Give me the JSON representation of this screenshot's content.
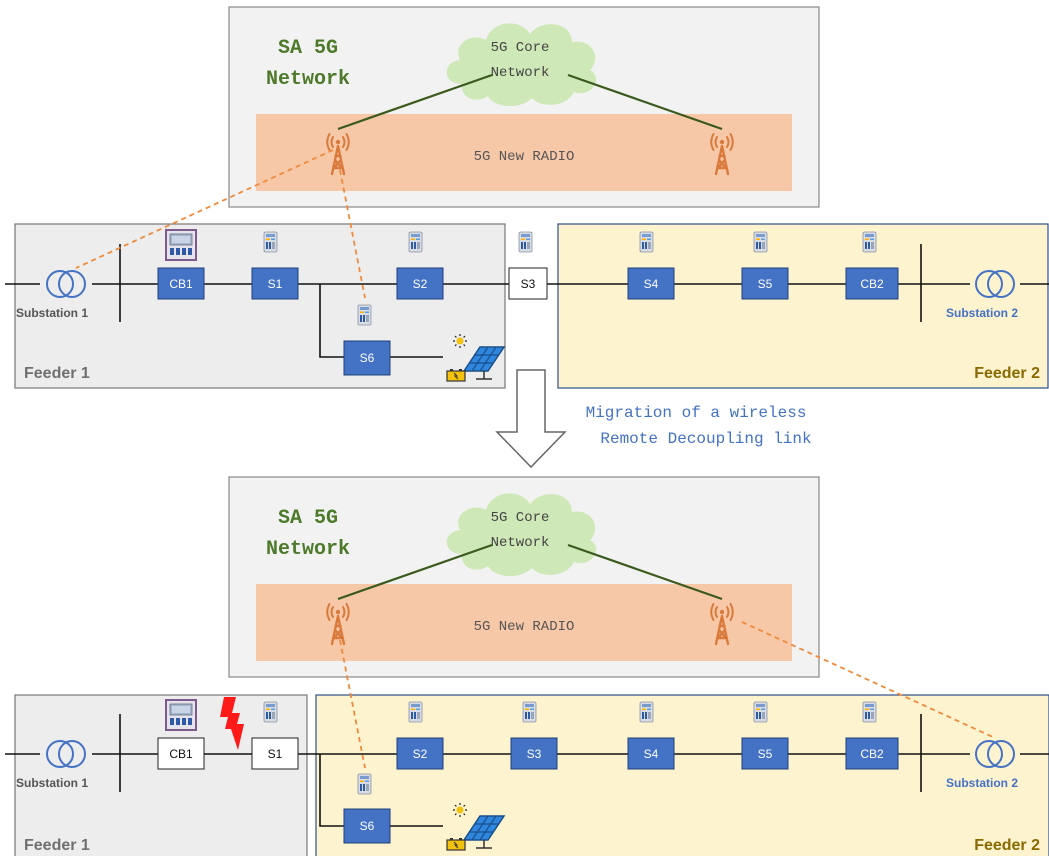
{
  "colors": {
    "net_bg": "#f2f2f2",
    "feeder1_bg": "#ededed",
    "feeder2_bg": "#fef3cf",
    "radio_band": "#f7c8a8",
    "cloud": "#cfe8b8",
    "switch_blue": "#4472c4",
    "antenna": "#d97a3a",
    "link_orange": "#f08a3a",
    "backhaul": "#3b5a1e",
    "green_text": "#4d7a2a",
    "feeder2_text": "#8a6a00",
    "substation2_text": "#4472c4"
  },
  "top": {
    "network_title_line1": "SA 5G",
    "network_title_line2": "Network",
    "core_line1": "5G Core",
    "core_line2": "Network",
    "radio_label": "5G New RADIO",
    "feeder1_label": "Feeder 1",
    "feeder2_label": "Feeder 2",
    "substation1_label": "Substation 1",
    "substation2_label": "Substation 2",
    "switches": {
      "cb1": "CB1",
      "s1": "S1",
      "s2": "S2",
      "s3": "S3",
      "s4": "S4",
      "s5": "S5",
      "cb2": "CB2",
      "s6": "S6"
    }
  },
  "migration": {
    "line1": "Migration of a wireless",
    "line2": "Remote Decoupling link"
  },
  "bottom": {
    "network_title_line1": "SA 5G",
    "network_title_line2": "Network",
    "core_line1": "5G Core",
    "core_line2": "Network",
    "radio_label": "5G New RADIO",
    "feeder1_label": "Feeder 1",
    "feeder2_label": "Feeder 2",
    "substation1_label": "Substation 1",
    "substation2_label": "Substation 2",
    "switches": {
      "cb1": "CB1",
      "s1": "S1",
      "s2": "S2",
      "s3": "S3",
      "s4": "S4",
      "s5": "S5",
      "cb2": "CB2",
      "s6": "S6"
    }
  },
  "icons": [
    "cloud-icon",
    "antenna-tower-icon",
    "transformer-icon",
    "rtu-device-icon",
    "relay-device-icon",
    "solar-panel-icon",
    "battery-icon",
    "lightning-fault-icon",
    "down-arrow-icon"
  ]
}
